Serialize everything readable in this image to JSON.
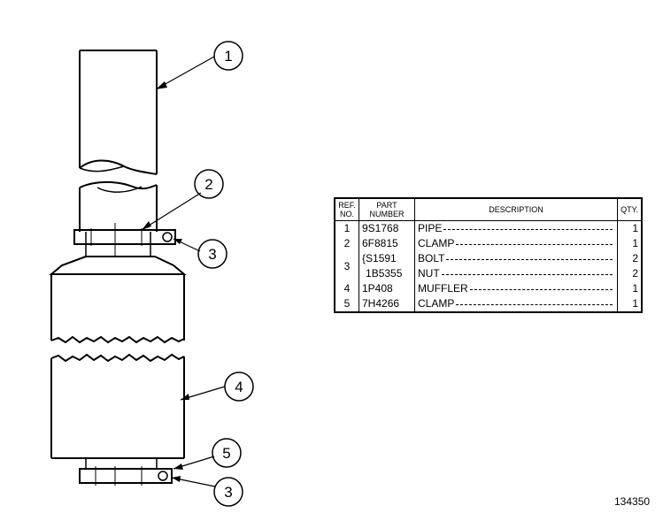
{
  "callouts": {
    "pipe": "1",
    "clamp_top": "2",
    "bolt_nut_top": "3",
    "muffler": "4",
    "clamp_bottom": "5",
    "bolt_nut_bottom": "3"
  },
  "parts_table": {
    "headers": {
      "ref_line1": "REF.",
      "ref_line2": "NO.",
      "part_line1": "PART",
      "part_line2": "NUMBER",
      "description": "DESCRIPTION",
      "qty": "QTY."
    },
    "rows": [
      {
        "ref": "1",
        "part": "9S1768",
        "desc": "PIPE",
        "qty": "1"
      },
      {
        "ref": "2",
        "part": "6F8815",
        "desc": "CLAMP",
        "qty": "1"
      },
      {
        "ref": "3",
        "part": "S1591",
        "desc": "BOLT",
        "qty": "2"
      },
      {
        "ref": "",
        "part": "1B5355",
        "desc": "NUT",
        "qty": "2"
      },
      {
        "ref": "4",
        "part": "1P408",
        "desc": "MUFFLER",
        "qty": "1"
      },
      {
        "ref": "5",
        "part": "7H4266",
        "desc": "CLAMP",
        "qty": "1"
      }
    ]
  },
  "figure_number": "134350"
}
